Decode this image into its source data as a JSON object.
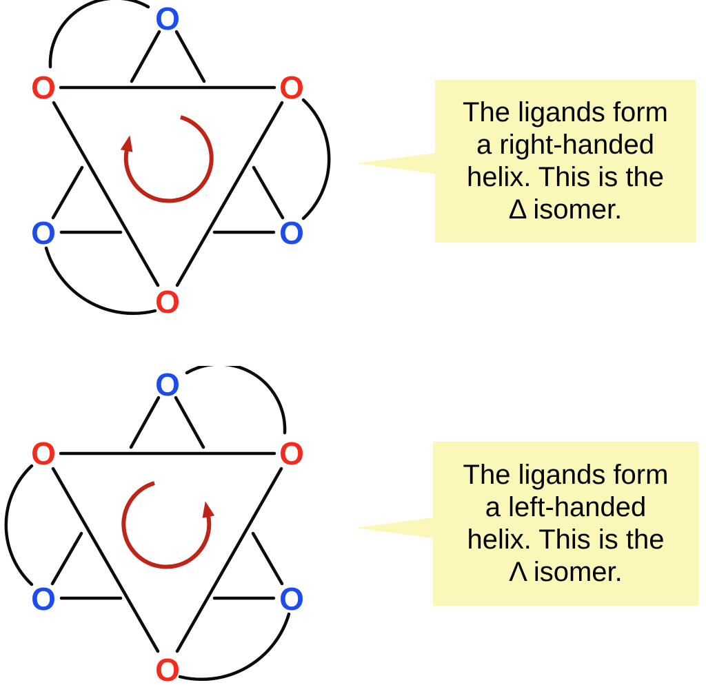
{
  "diagrams": [
    {
      "name": "delta-isomer-diagram",
      "isomer_symbol": "Δ",
      "handedness": "right-handed",
      "rotation_arrow": "clockwise",
      "nodes": [
        {
          "position": "top",
          "label": "O",
          "color": "#1c4cf0"
        },
        {
          "position": "upper-left",
          "label": "O",
          "color": "#f6291b"
        },
        {
          "position": "upper-right",
          "label": "O",
          "color": "#f6291b"
        },
        {
          "position": "lower-left",
          "label": "O",
          "color": "#1c4cf0"
        },
        {
          "position": "lower-right",
          "label": "O",
          "color": "#1c4cf0"
        },
        {
          "position": "bottom",
          "label": "O",
          "color": "#f6291b"
        }
      ],
      "ligand_arcs": [
        [
          "top",
          "upper-left"
        ],
        [
          "upper-right",
          "lower-right"
        ],
        [
          "lower-left",
          "bottom"
        ]
      ]
    },
    {
      "name": "lambda-isomer-diagram",
      "isomer_symbol": "Λ",
      "handedness": "left-handed",
      "rotation_arrow": "counterclockwise",
      "nodes": [
        {
          "position": "top",
          "label": "O",
          "color": "#1c4cf0"
        },
        {
          "position": "upper-left",
          "label": "O",
          "color": "#f6291b"
        },
        {
          "position": "upper-right",
          "label": "O",
          "color": "#f6291b"
        },
        {
          "position": "lower-left",
          "label": "O",
          "color": "#1c4cf0"
        },
        {
          "position": "lower-right",
          "label": "O",
          "color": "#1c4cf0"
        },
        {
          "position": "bottom",
          "label": "O",
          "color": "#f6291b"
        }
      ],
      "ligand_arcs": [
        [
          "top",
          "upper-right"
        ],
        [
          "upper-left",
          "lower-left"
        ],
        [
          "lower-right",
          "bottom"
        ]
      ]
    }
  ],
  "callouts": [
    {
      "lines": [
        "The ligands form",
        "a right-handed",
        "helix. This is the",
        "Δ isomer."
      ],
      "background": "#faf7b8"
    },
    {
      "lines": [
        "The ligands form",
        "a left-handed",
        "helix. This is the",
        "Λ isomer."
      ],
      "background": "#faf7b8"
    }
  ],
  "colors": {
    "red_atom": "#f6291b",
    "blue_atom": "#1c4cf0",
    "bond": "#0a0a0a",
    "rotation_arrow": "#be2518",
    "callout_background": "#faf7b8",
    "text": "#000000",
    "page_background": "#ffffff"
  }
}
